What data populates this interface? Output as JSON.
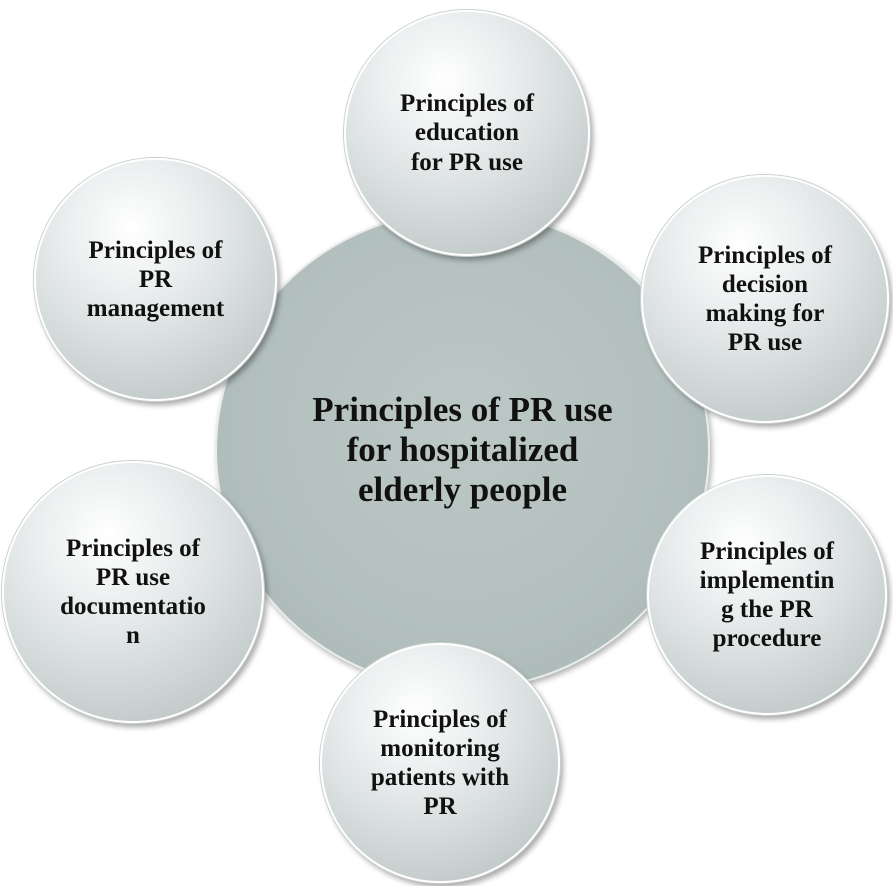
{
  "diagram": {
    "center": "Principles of PR use\nfor hospitalized\nelderly people",
    "nodes": {
      "education": "Principles of\neducation\nfor PR use",
      "management": "Principles of\nPR\nmanagement",
      "decision": "Principles of\ndecision\nmaking for\nPR use",
      "documentation": "Principles of\nPR use\ndocumentatio\nn",
      "implementing": "Principles of\nimplementin\ng the PR\nprocedure",
      "monitoring": "Principles of\nmonitoring\npatients with\nPR"
    }
  },
  "colors": {
    "center_fill": "#b2bfbd",
    "node_fill": "#d3d9d9",
    "text": "#111111"
  }
}
